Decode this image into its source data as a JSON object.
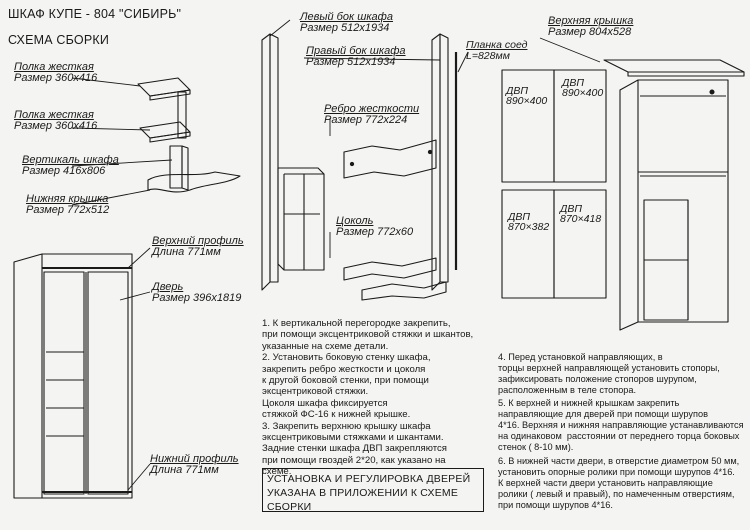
{
  "header": {
    "title": "ШКАФ КУПЕ - 804 \"СИБИРЬ\"",
    "subtitle": "СХЕМА СБОРКИ"
  },
  "parts": {
    "shelf_rigid_top": {
      "name": "Полка жесткая",
      "size": "Размер 360х416"
    },
    "shelf_rigid_bottom": {
      "name": "Полка жесткая",
      "size": "Размер 360х416"
    },
    "vertical": {
      "name": "Вертикаль шкафа",
      "size": "Размер 416х806"
    },
    "bottom_cover": {
      "name": "Нижняя крышка",
      "size": "Размер 772х512"
    },
    "left_side": {
      "name": "Левый бок шкафа",
      "size": "Размер 512х1934"
    },
    "right_side": {
      "name": "Правый бок шкафа",
      "size": "Размер 512х1934"
    },
    "rib": {
      "name": "Ребро жесткости",
      "size": "Размер 772х224"
    },
    "plinth": {
      "name": "Цоколь",
      "size": "Размер 772х60"
    },
    "strip": {
      "name": "Планка соед",
      "size": "L=828мм"
    },
    "top_cover": {
      "name": "Верхняя крышка",
      "size": "Размер 804х528"
    },
    "top_profile": {
      "name": "Верхний профиль",
      "size": "Длина 771мм"
    },
    "door": {
      "name": "Дверь",
      "size": "Размер 396х1819"
    },
    "bottom_profile": {
      "name": "Нижний профиль",
      "size": "Длина 771мм"
    }
  },
  "panels": {
    "dvp1": [
      "ДВП",
      "890×400"
    ],
    "dvp2": [
      "ДВП",
      "890×400"
    ],
    "dvp3": [
      "ДВП",
      "870×382"
    ],
    "dvp4": [
      "ДВП",
      "870×418"
    ]
  },
  "instructions": {
    "left": "1. К вертикальной перегородке закрепить,\nпри помощи эксцентриковой стяжки и шкантов,\nуказанные на схеме детали.\n2. Установить боковую стенку шкафа,\nзакрепить ребро жесткости и цоколя\nк другой боковой стенки, при помощи\nэксцентриковой стяжки.\nЦоколя шкафа фиксируется\nстяжкой ФС-16 к нижней крышке.\n3. Закрепить верхнюю крышку шкафа\nэксцентриковыми стяжками и шкантами.\nЗадние стенки шкафа ДВП закрепляются\nпри помощи гвоздей 2*20, как указано на\nсхеме.",
    "note": "Установка и регулировка дверей\nуказана в приложении к схеме сборки",
    "right1": "4. Перед установкой направляющих, в\nторцы верхней направляющей установить стопоры,\nзафиксировать положение стопоров шурупом,\nрасположенным в теле стопора.",
    "right2": "5. К верхней и нижней крышкам закрепить\nнаправляющие для дверей при помощи шурупов\n4*16. Верхняя и нижняя направляющие устанавливаются\nна одинаковом  расстоянии от переднего торца боковых\nстенок ( 8-10 мм).",
    "right3": "6. В нижней части двери, в отверстие диаметром 50 мм,\nустановить опорные ролики при помощи шурупов 4*16.\nК верхней части двери установить направляющие\nролики ( левый и правый), по намеченным отверстиям,\nпри помощи шурупов 4*16."
  }
}
